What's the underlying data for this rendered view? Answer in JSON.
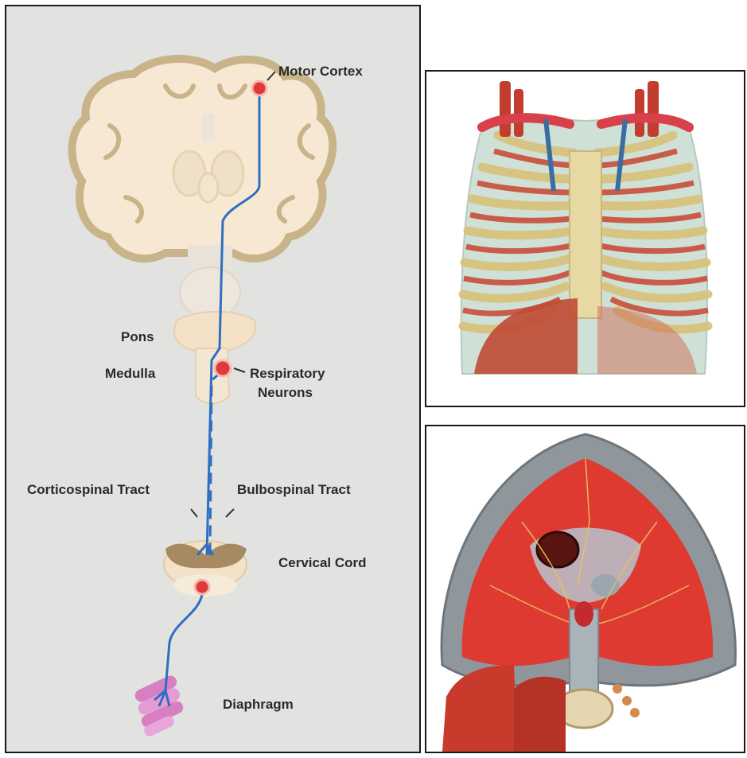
{
  "left_diagram": {
    "labels": {
      "motor_cortex": "Motor Cortex",
      "pons": "Pons",
      "medulla": "Medulla",
      "respiratory_neurons_line1": "Respiratory",
      "respiratory_neurons_line2": "Neurons",
      "corticospinal_tract": "Corticospinal Tract",
      "bulbospinal_tract": "Bulbospinal Tract",
      "cervical_cord": "Cervical Cord",
      "diaphragm": "Diaphragm"
    },
    "colors": {
      "background": "#e2e2e0",
      "brain_tissue": "#f7e8d4",
      "brain_outline": "#c9b489",
      "nerve_path": "#2f6fc0",
      "neuron": "#e0393b",
      "muscle": "#d87fc4"
    }
  },
  "right_images": {
    "chest_wall": {
      "icon": "rib-cage-illustration"
    },
    "diaphragm": {
      "icon": "diaphragm-illustration"
    }
  }
}
